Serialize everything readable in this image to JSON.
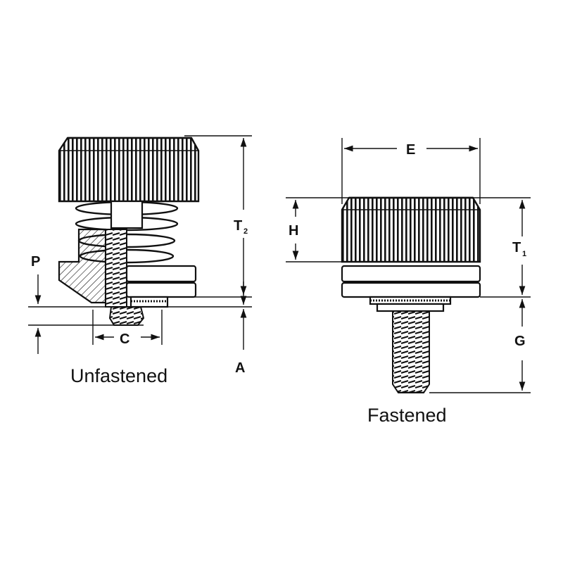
{
  "views": {
    "unfastened": {
      "caption": "Unfastened",
      "dims": {
        "t2": "T",
        "t2_sub": "2",
        "p": "P",
        "c": "C",
        "a": "A"
      }
    },
    "fastened": {
      "caption": "Fastened",
      "dims": {
        "e": "E",
        "h": "H",
        "t1": "T",
        "t1_sub": "1",
        "g": "G"
      }
    }
  }
}
